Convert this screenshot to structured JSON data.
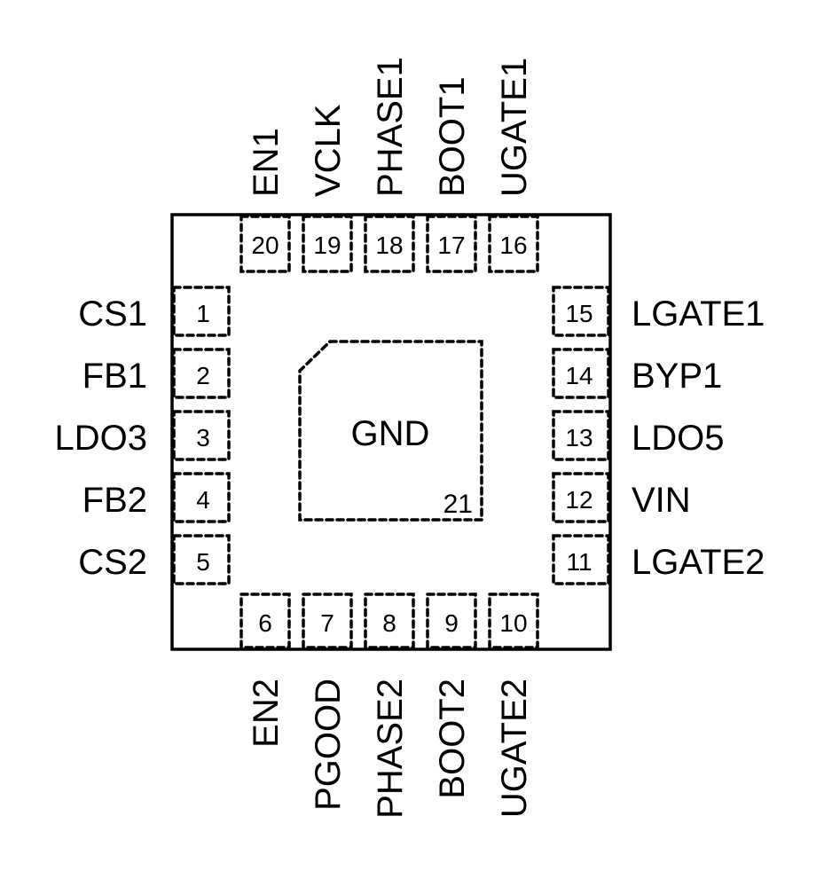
{
  "diagram": {
    "type": "ic-pinout",
    "package": "QFN-20 with exposed pad",
    "colors": {
      "ink": "#000000",
      "background": "#ffffff"
    },
    "exposed_pad": {
      "number": "21",
      "name": "GND"
    },
    "pins": {
      "left": [
        {
          "number": "1",
          "name": "CS1"
        },
        {
          "number": "2",
          "name": "FB1"
        },
        {
          "number": "3",
          "name": "LDO3"
        },
        {
          "number": "4",
          "name": "FB2"
        },
        {
          "number": "5",
          "name": "CS2"
        }
      ],
      "bottom": [
        {
          "number": "6",
          "name": "EN2"
        },
        {
          "number": "7",
          "name": "PGOOD"
        },
        {
          "number": "8",
          "name": "PHASE2"
        },
        {
          "number": "9",
          "name": "BOOT2"
        },
        {
          "number": "10",
          "name": "UGATE2"
        }
      ],
      "right": [
        {
          "number": "15",
          "name": "LGATE1"
        },
        {
          "number": "14",
          "name": "BYP1"
        },
        {
          "number": "13",
          "name": "LDO5"
        },
        {
          "number": "12",
          "name": "VIN"
        },
        {
          "number": "11",
          "name": "LGATE2"
        }
      ],
      "top": [
        {
          "number": "20",
          "name": "EN1"
        },
        {
          "number": "19",
          "name": "VCLK"
        },
        {
          "number": "18",
          "name": "PHASE1"
        },
        {
          "number": "17",
          "name": "BOOT1"
        },
        {
          "number": "16",
          "name": "UGATE1"
        }
      ]
    }
  }
}
